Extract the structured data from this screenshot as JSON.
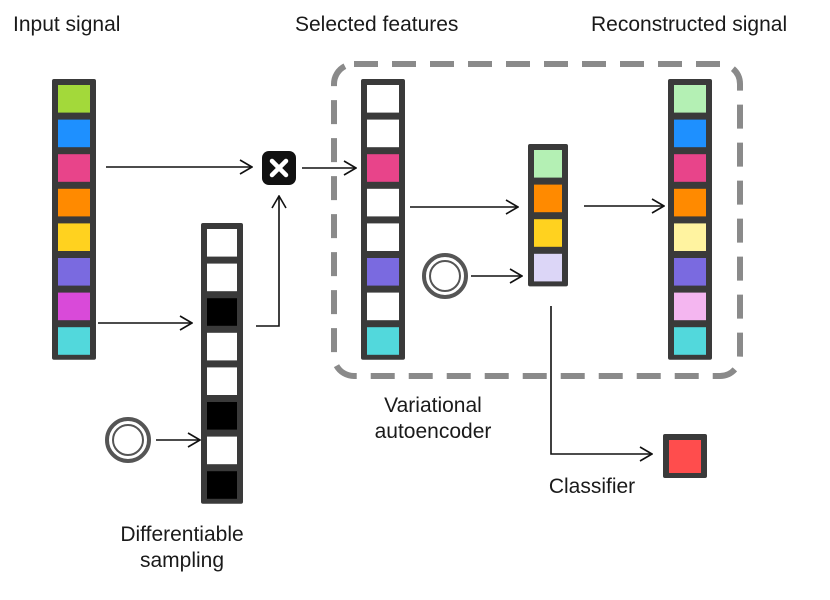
{
  "labels": {
    "input_signal": "Input signal",
    "selected_features": "Selected features",
    "reconstructed_signal": "Reconstructed signal",
    "variational_autoencoder_line1": "Variational",
    "variational_autoencoder_line2": "autoencoder",
    "differentiable_sampling_line1": "Differentiable",
    "differentiable_sampling_line2": "sampling",
    "classifier": "Classifier"
  },
  "colors": {
    "frame": "#3a3a3a",
    "dashed_border": "#8a8a8a",
    "multiply_node": "#111111"
  },
  "blocks": {
    "input_signal": [
      "#a3d93a",
      "#1e90ff",
      "#e8448a",
      "#ff8a00",
      "#ffd21f",
      "#7a6ae0",
      "#d94ad9",
      "#52d8dc"
    ],
    "sampling_mask": [
      "#ffffff",
      "#ffffff",
      "#000000",
      "#ffffff",
      "#ffffff",
      "#000000",
      "#ffffff",
      "#000000"
    ],
    "selected_features": [
      "#ffffff",
      "#ffffff",
      "#e8448a",
      "#ffffff",
      "#ffffff",
      "#7a6ae0",
      "#ffffff",
      "#52d8dc"
    ],
    "latent_code": [
      "#b4f0b4",
      "#ff8a00",
      "#ffd21f",
      "#dcd6f7"
    ],
    "reconstructed_signal": [
      "#b4f0b4",
      "#1e90ff",
      "#e8448a",
      "#ff8a00",
      "#fff3a0",
      "#7a6ae0",
      "#f4b6f0",
      "#52d8dc"
    ],
    "classifier_output": [
      "#ff4d4d"
    ]
  },
  "icons": {
    "multiply": "multiply-icon",
    "noise_sampling": "noise-circle-icon",
    "noise_vae": "noise-circle-icon"
  }
}
